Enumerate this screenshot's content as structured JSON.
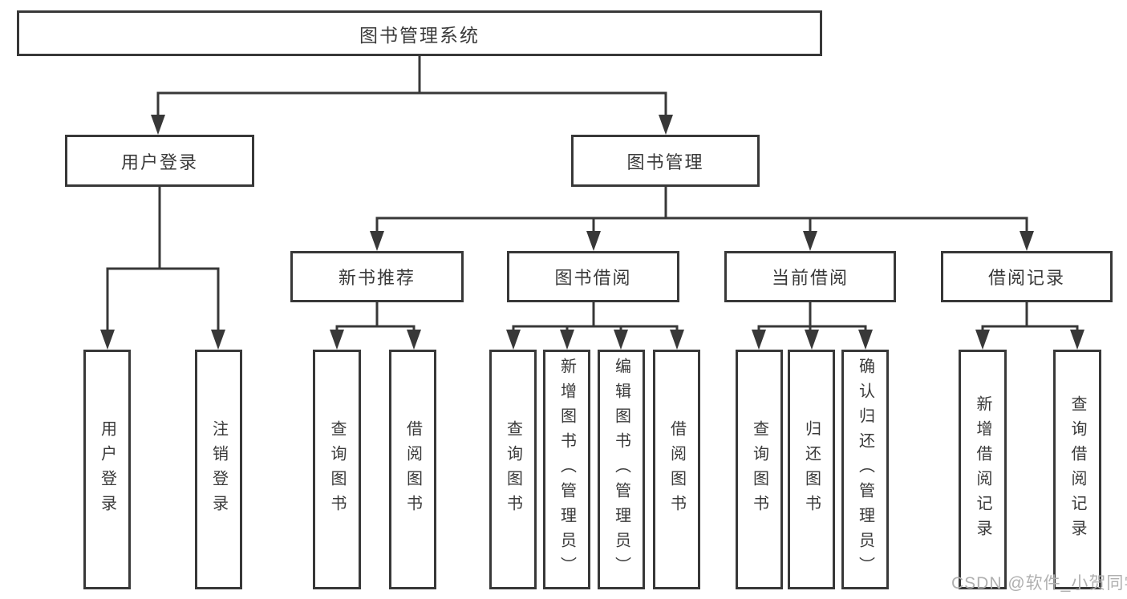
{
  "diagram": {
    "root": {
      "label": "图书管理系统",
      "children": [
        {
          "label": "用户登录",
          "children": [
            {
              "label": "用户登录"
            },
            {
              "label": "注销登录"
            }
          ]
        },
        {
          "label": "图书管理",
          "children": [
            {
              "label": "新书推荐",
              "children": [
                {
                  "label": "查询图书"
                },
                {
                  "label": "借阅图书"
                }
              ]
            },
            {
              "label": "图书借阅",
              "children": [
                {
                  "label": "查询图书"
                },
                {
                  "label": "新增图书（管理员）"
                },
                {
                  "label": "编辑图书（管理员）"
                },
                {
                  "label": "借阅图书"
                }
              ]
            },
            {
              "label": "当前借阅",
              "children": [
                {
                  "label": "查询图书"
                },
                {
                  "label": "归还图书"
                },
                {
                  "label": "确认归还（管理员）"
                }
              ]
            },
            {
              "label": "借阅记录",
              "children": [
                {
                  "label": "新增借阅记录"
                },
                {
                  "label": "查询借阅记录"
                }
              ]
            }
          ]
        }
      ]
    }
  },
  "watermark": {
    "text": "CSDN @软件_小贺同学",
    "color": "#b0b0b0"
  },
  "colors": {
    "line": "#383838",
    "box_border": "#383838",
    "text": "#3a3a3a",
    "background": "#ffffff"
  }
}
